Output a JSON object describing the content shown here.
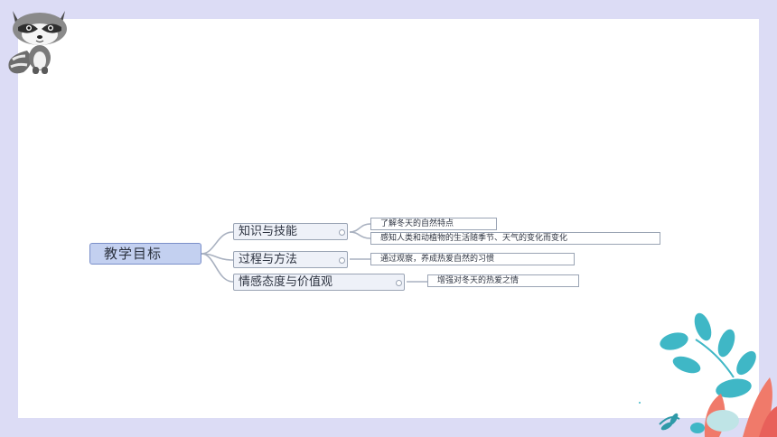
{
  "mindmap": {
    "root": "教学目标",
    "branches": [
      {
        "label": "知识与技能",
        "leaves": [
          "了解冬天的自然特点",
          "感知人类和动植物的生活随季节、天气的变化而变化"
        ]
      },
      {
        "label": "过程与方法",
        "leaves": [
          "通过观察，养成热爱自然的习惯"
        ]
      },
      {
        "label": "情感态度与价值观",
        "leaves": [
          "增强对冬天的热爱之情"
        ]
      }
    ]
  },
  "colors": {
    "frame": "#dcdcf5",
    "root_fill": "#c3d0f0",
    "connector": "#a9b1c0",
    "leaf_teal": "#3fb7c6",
    "leaf_coral": "#f07a6a"
  },
  "decorations": {
    "top_left": "raccoon-mascot",
    "bottom_right": "tropical-leaves"
  }
}
